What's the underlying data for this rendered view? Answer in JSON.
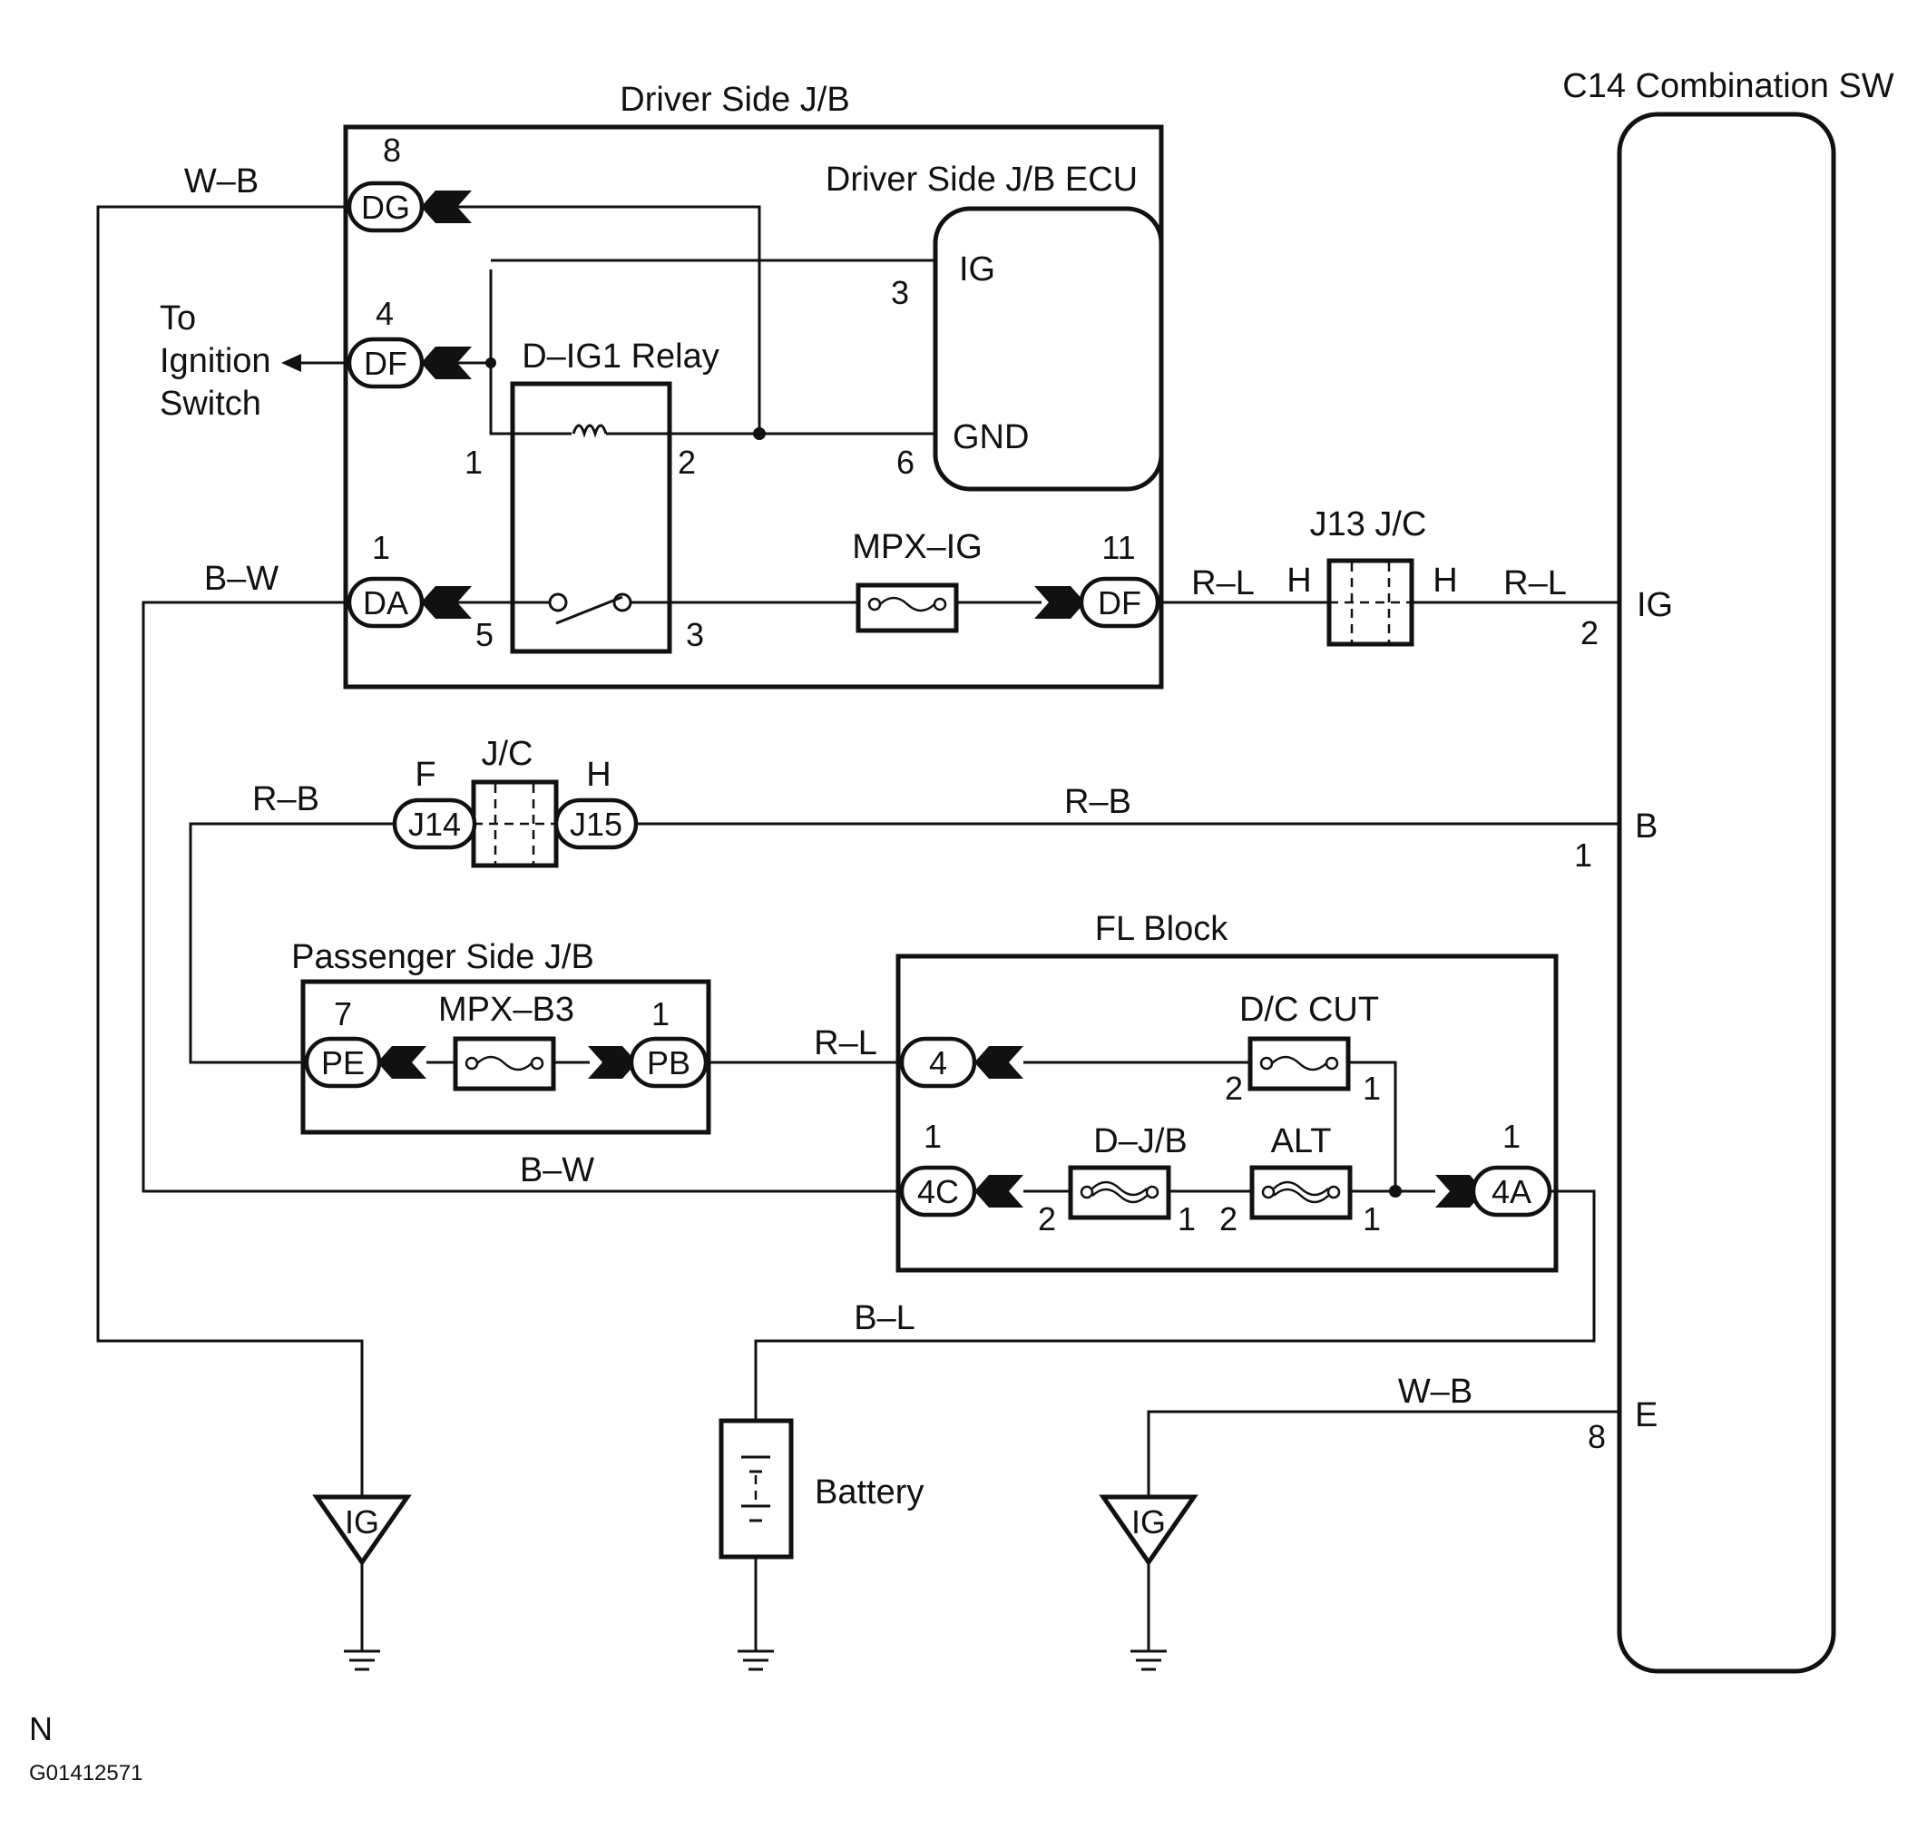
{
  "blocks": {
    "driver_jb": "Driver Side J/B",
    "driver_jb_ecu": "Driver Side J/B ECU",
    "combination_sw": "C14 Combination SW",
    "passenger_jb": "Passenger Side J/B",
    "fl_block": "FL Block",
    "relay": "D–IG1 Relay",
    "j13": "J13 J/C",
    "jc": "J/C",
    "battery": "Battery"
  },
  "ignition_note": [
    "To",
    "Ignition",
    "Switch"
  ],
  "fuses": {
    "mpx_ig": "MPX–IG",
    "mpx_b3": "MPX–B3",
    "dc_cut": "D/C CUT",
    "dj_b": "D–J/B",
    "alt": "ALT"
  },
  "connectors": {
    "dg": "DG",
    "df_top": "DF",
    "da": "DA",
    "df_right": "DF",
    "j14": "J14",
    "j15": "J15",
    "pe": "PE",
    "pb": "PB",
    "fl4": "4",
    "fl4c": "4C",
    "fl4a": "4A"
  },
  "ecu_terminals": {
    "ig": "IG",
    "gnd": "GND"
  },
  "sw_terminals": {
    "ig": "IG",
    "b": "B",
    "e": "E"
  },
  "pins": {
    "dg": "8",
    "df_top": "4",
    "da": "1",
    "df_right": "11",
    "ecu_ig": "3",
    "ecu_gnd": "6",
    "relay_1": "1",
    "relay_2": "2",
    "relay_5": "5",
    "relay_3": "3",
    "sw_ig": "2",
    "sw_b": "1",
    "sw_e": "8",
    "pe": "7",
    "pb": "1",
    "dc_cut_l": "2",
    "dc_cut_r": "1",
    "fl4c": "1",
    "fl4a": "1",
    "dj_b_l": "2",
    "dj_b_r": "1",
    "alt_l": "2",
    "alt_r": "1"
  },
  "jc_letters": {
    "j13_left": "H",
    "j13_right": "H",
    "j14": "F",
    "j15": "H"
  },
  "wires": {
    "w_b_top": "W–B",
    "b_w_top": "B–W",
    "r_l_left": "R–L",
    "r_l_right": "R–L",
    "r_b_left": "R–B",
    "r_b_right": "R–B",
    "r_l_fl": "R–L",
    "b_w_bottom": "B–W",
    "b_l": "B–L",
    "w_b_bottom": "W–B"
  },
  "grounds": {
    "left": "IG",
    "right": "IG"
  },
  "footer": {
    "code": "N",
    "figure_id": "G01412571"
  }
}
